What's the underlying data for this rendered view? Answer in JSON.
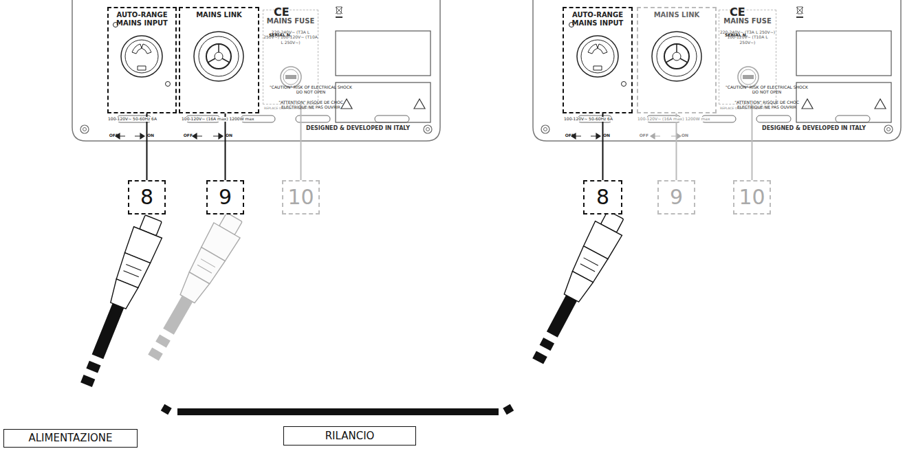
{
  "diagram": {
    "nodes": [
      {
        "text": [
          "AUTO-RANGE MAINS INPUT"
        ]
      },
      {
        "text": [
          "MAINS LINK"
        ]
      },
      {
        "text": [
          "MAINS FUSE",
          "220-240V~ (T3A L 250V~) 100-120V~ (T10A L 250V~)"
        ]
      },
      {
        "text": [
          "AUTO-RANGE MAINS INPUT"
        ]
      },
      {
        "text": [
          "MAINS LINK"
        ]
      },
      {
        "text": [
          "MAINS FUSE",
          "220-240V~ (T3A L 250V~) 100-120V~ (T10A L 250V~)"
        ]
      },
      {
        "text": [
          "8"
        ]
      },
      {
        "text": [
          "9"
        ]
      },
      {
        "text": [
          "10"
        ]
      },
      {
        "text": [
          "8"
        ]
      },
      {
        "text": [
          "9"
        ]
      },
      {
        "text": [
          "10"
        ]
      },
      {
        "text": [
          "ALIMENTAZIONE"
        ]
      },
      {
        "text": [
          "RILANCIO"
        ]
      }
    ],
    "edges": [
      {
        "from": 6,
        "to": 0,
        "arrow": "none"
      },
      {
        "from": 7,
        "to": 1,
        "arrow": "none"
      },
      {
        "from": 8,
        "to": 2,
        "arrow": "none"
      },
      {
        "from": 9,
        "to": 3,
        "arrow": "none"
      },
      {
        "from": 10,
        "to": 4,
        "arrow": "none"
      },
      {
        "from": 11,
        "to": 5,
        "arrow": "none"
      }
    ],
    "labels": [
      "CE",
      "SERIAL N.",
      "\"CAUTION\" RISK OF ELECTRICAL SHOCK DO NOT OPEN",
      "\"ATTENTION\" RISQUE DE CHOC ELECTRIQUE NE PAS OUVRIR",
      "100-120V~ 50-60Hz 6A",
      "100-120V~ (16A max) 1200W max",
      "OFF",
      "ON",
      "OFF",
      "ON",
      "DESIGNED & DEVELOPED IN ITALY",
      "REPLACE ONLY WITH SAME TYPE",
      "CE",
      "SERIAL N.",
      "\"CAUTION\" RISK OF ELECTRICAL SHOCK DO NOT OPEN",
      "\"ATTENTION\" RISQUE DE CHOC ELECTRIQUE NE PAS OUVRIR",
      "100-120V~ 50-60Hz 6A",
      "100-120V~ (16A max) 1200W max",
      "OFF",
      "ON",
      "OFF",
      "ON",
      "DESIGNED & DEVELOPED IN ITALY",
      "REPLACE ONLY WITH SAME TYPE"
    ]
  }
}
